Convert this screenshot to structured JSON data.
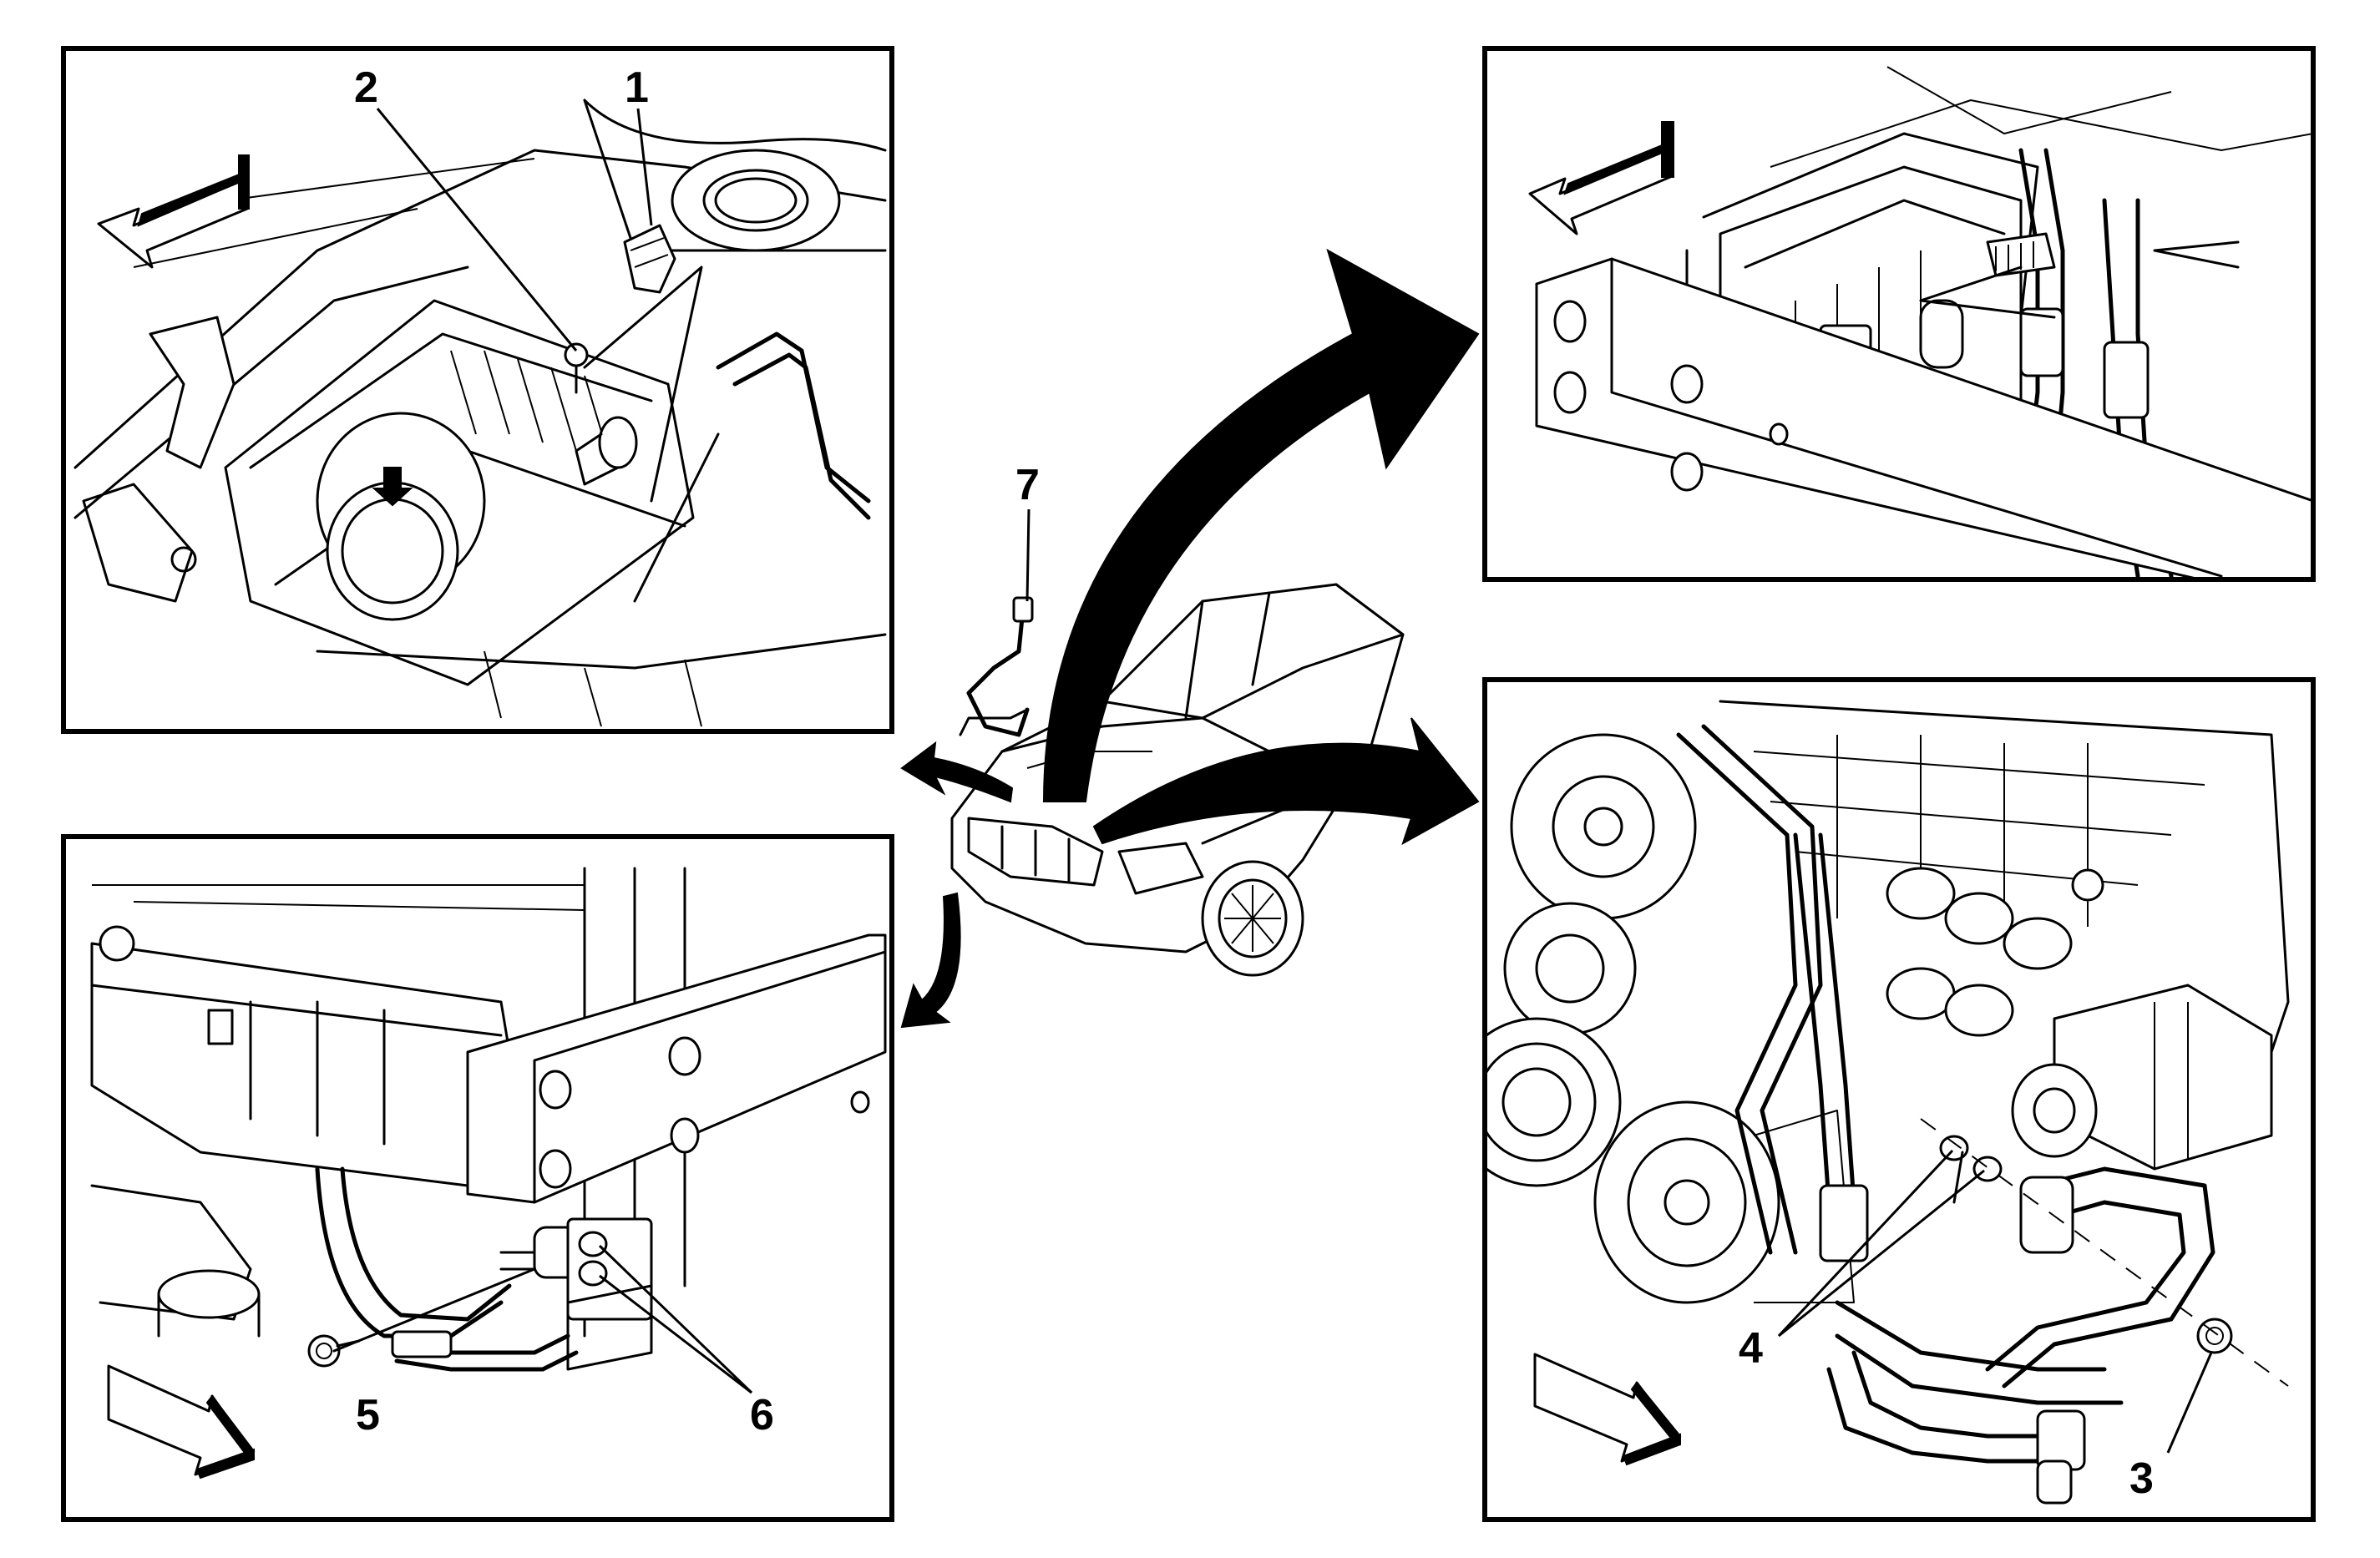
{
  "callouts": {
    "c1": "1",
    "c2": "2",
    "c3": "3",
    "c4": "4",
    "c5": "5",
    "c6": "6",
    "c7": "7"
  },
  "icons": {
    "direction_arrow": "front-direction-arrow-icon",
    "view_arrow": "view-pointer-arrow-icon"
  },
  "colors": {
    "line": "#000000",
    "background": "#ffffff"
  }
}
